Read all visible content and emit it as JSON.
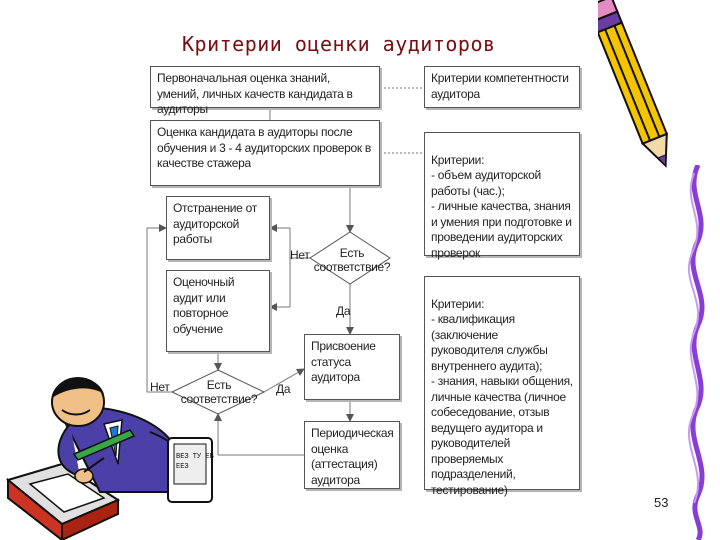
{
  "title": "Критерии оценки аудиторов",
  "boxes": {
    "initial_eval": "Первоначальная оценка знаний, умений, личных качеств кандидата в аудиторы",
    "criteria_competence": "Критерии компетентности аудитора",
    "trainee_eval": "Оценка кандидата в аудиторы после обучения и 3 - 4 аудиторских проверок в качестве стажера",
    "criteria_trainee": "Критерии:\n- объем аудиторской работы (час.);\n- личные качества, знания и умения при подготовке и проведении аудиторских проверок",
    "removal": "Отстранение от аудиторской работы",
    "repeat_audit": "Оценочный аудит или повторное обучение",
    "status": "Присвоение статуса аудитора",
    "criteria_qualification": "Критерии:\n- квалификация (заключение руководителя службы внутреннего аудита);\n- знания, навыки общения, личные качества (личное собеседование, отзыв ведущего аудитора и руководителей проверяемых подразделений, тестирование)",
    "periodic": "Периодическая оценка (аттестация) аудитора"
  },
  "decisions": {
    "upper_question": "Есть соответствие?",
    "upper_no": "Нет",
    "upper_yes": "Да",
    "lower_question": "Есть соответствие?",
    "lower_no": "Нет",
    "lower_yes": "Да"
  },
  "clipart": {
    "pad_text_line1": "ВЕЗ ТУ ЕВ",
    "pad_text_line2": "ЕЕЗ"
  },
  "page_number": "53",
  "colors": {
    "title": "#7a0c12",
    "line": "#555555",
    "shadow": "#b5b5b5"
  }
}
